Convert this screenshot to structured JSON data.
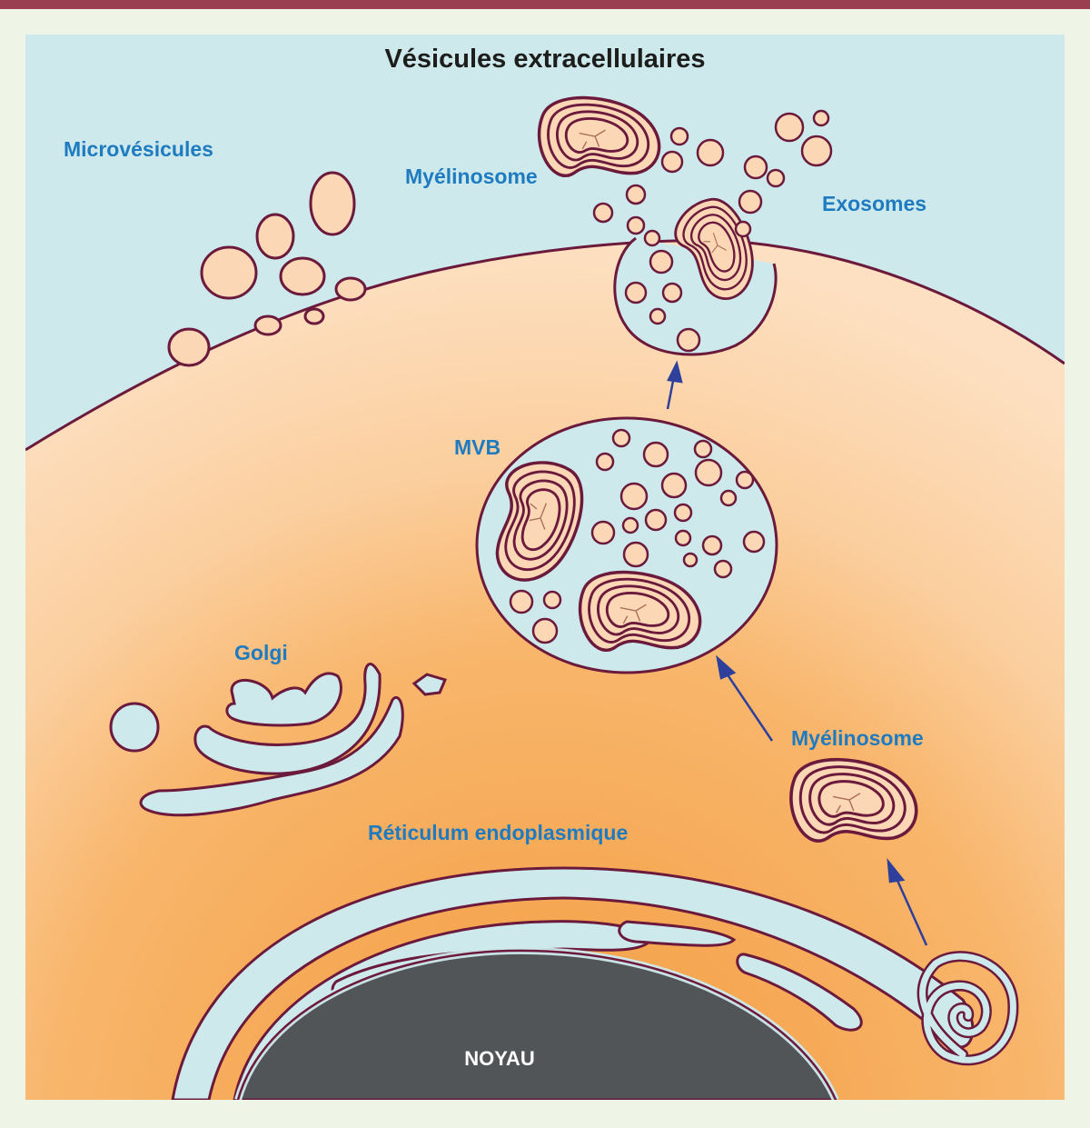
{
  "title": "Vésicules extracellulaires",
  "labels": {
    "microvesicules": "Microvésicules",
    "myelinosome_top": "Myélinosome",
    "exosomes": "Exosomes",
    "mvb": "MVB",
    "golgi": "Golgi",
    "myelinosome_right": "Myélinosome",
    "reticulum": "Réticulum endoplasmique",
    "noyau": "NOYAU"
  },
  "colors": {
    "extracellular": "#cde9ec",
    "membrane": "#6b1a3c",
    "vesicle_fill": "#fcd7b6",
    "label_blue": "#1f7bc0",
    "arrow": "#2e3f9c",
    "nucleus": "#525557",
    "frame_bar": "#9a3f4f"
  }
}
